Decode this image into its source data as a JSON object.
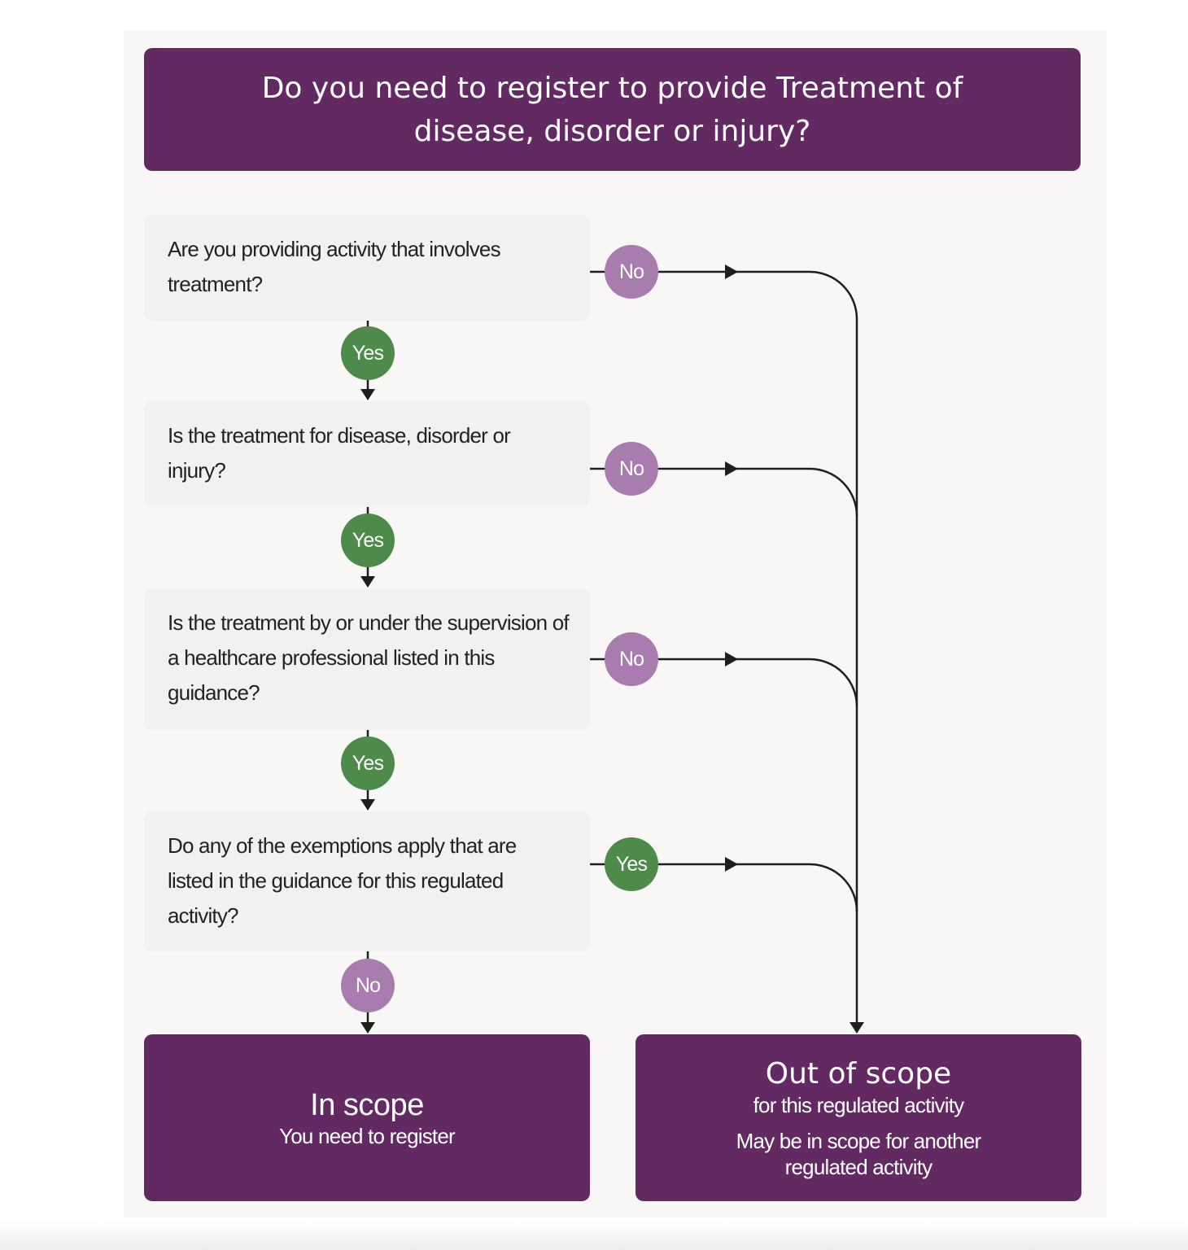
{
  "title": "Do you need to register to provide Treatment of disease, disorder or injury?",
  "colors": {
    "primary_purple": "#632963",
    "no_circle": "#a87caf",
    "yes_circle": "#4e8a4a",
    "question_box": "#f1f1f1",
    "panel_bg": "#f8f7f6",
    "connector": "#1e1e1e"
  },
  "questions": [
    {
      "text": "Are you providing activity that involves treatment?",
      "down_label": "Yes",
      "side_label": "No"
    },
    {
      "text": "Is the treatment for disease, disorder or injury?",
      "down_label": "Yes",
      "side_label": "No"
    },
    {
      "text": "Is the treatment by or under the supervision of a healthcare professional listed in this guidance?",
      "down_label": "Yes",
      "side_label": "No"
    },
    {
      "text": "Do any of the exemptions apply that are listed in the guidance for this regulated activity?",
      "down_label": "No",
      "side_label": "Yes"
    }
  ],
  "outcomes": {
    "in_scope": {
      "title": "In scope",
      "subtitle": "You need to register"
    },
    "out_of_scope": {
      "title": "Out of scope",
      "subtitle": "for this regulated activity",
      "note": "May be in scope for another regulated activity"
    }
  }
}
